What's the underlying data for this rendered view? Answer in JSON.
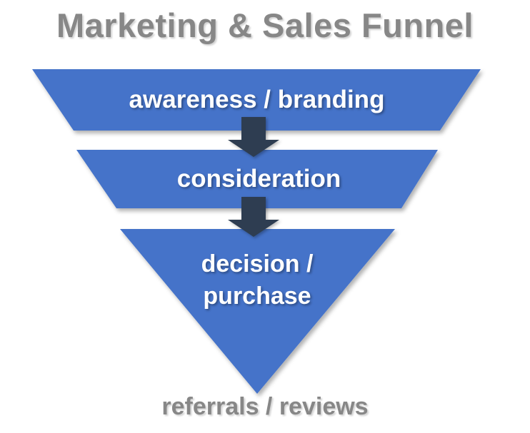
{
  "title": "Marketing & Sales Funnel",
  "funnel": {
    "stages": [
      {
        "id": "awareness",
        "label": "awareness / branding"
      },
      {
        "id": "consideration",
        "label": "consideration"
      },
      {
        "id": "decision",
        "label": "decision / purchase"
      }
    ],
    "footer": "referrals / reviews"
  },
  "colors": {
    "stage_fill": "#4573C9",
    "arrow_fill": "#2E3C51",
    "heading_gray": "#878787",
    "stage_text": "#FFFFFF"
  }
}
